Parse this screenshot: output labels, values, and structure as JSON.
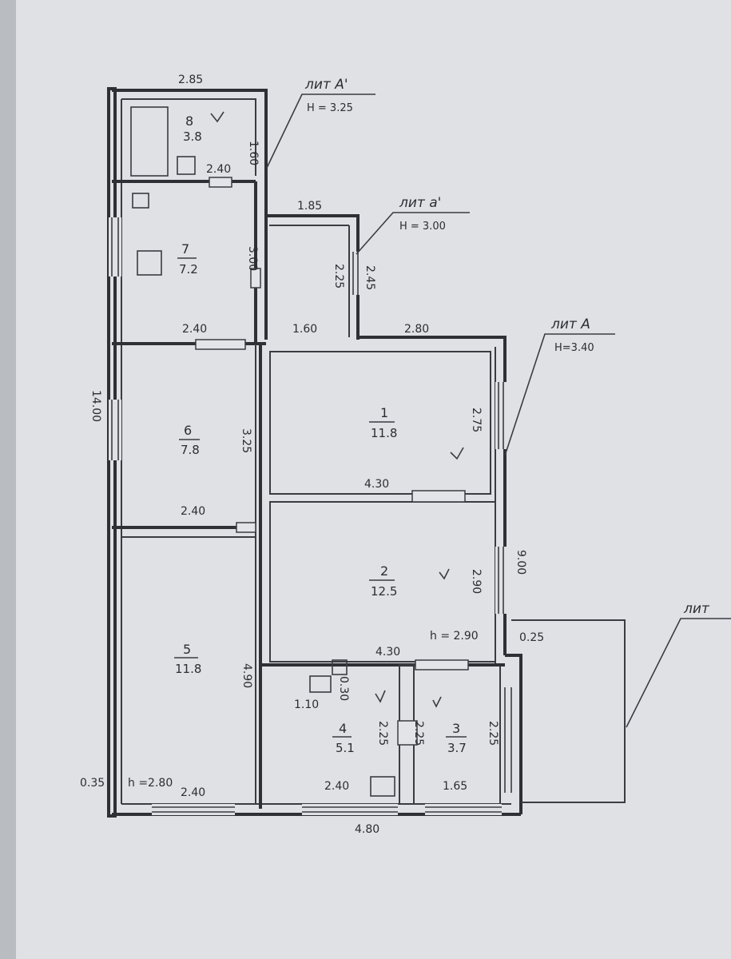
{
  "labels": {
    "lit_a1_upper": "лит А'",
    "h_a1_upper": "Н = 3.25",
    "lit_a1_lower": "лит а'",
    "h_a1_lower": "Н = 3.00",
    "lit_a": "лит А",
    "h_a": "Н=3.40",
    "lit_right": "лит"
  },
  "rooms": [
    {
      "id": "8",
      "number": "8",
      "area": "3.8"
    },
    {
      "id": "7",
      "number": "7",
      "area": "7.2"
    },
    {
      "id": "6",
      "number": "6",
      "area": "7.8"
    },
    {
      "id": "5",
      "number": "5",
      "area": "11.8"
    },
    {
      "id": "1",
      "number": "1",
      "area": "11.8"
    },
    {
      "id": "2",
      "number": "2",
      "area": "12.5"
    },
    {
      "id": "4",
      "number": "4",
      "area": "5.1"
    },
    {
      "id": "3",
      "number": "3",
      "area": "3.7"
    }
  ],
  "dimensions": {
    "top_2_85": "2.85",
    "r8_1_60": "1.60",
    "r8_2_40": "2.40",
    "top_1_85": "1.85",
    "r7_3_00": "3.00",
    "corr_2_25": "2.25",
    "corr_2_45": "2.45",
    "r7_2_40": "2.40",
    "mid_1_60": "1.60",
    "top_2_80": "2.80",
    "left_14_00": "14.00",
    "r1_2_75": "2.75",
    "r6_3_25": "3.25",
    "r1_4_30": "4.30",
    "r6_2_40": "2.40",
    "r2_2_90": "2.90",
    "right_9_00": "9.00",
    "h_2_90": "h = 2.90",
    "dim_0_25": "0.25",
    "r2_4_30": "4.30",
    "r5_4_90": "4.90",
    "dim_0_30": "0.30",
    "dim_1_10": "1.10",
    "r4_2_25": "2.25",
    "r3_2_25": "2.25",
    "r3_2_25b": "2.25",
    "dim_0_35": "0.35",
    "h_2_80": "h =2.80",
    "r5_2_40": "2.40",
    "r4_2_40": "2.40",
    "r3_1_65": "1.65",
    "bottom_4_80": "4.80"
  }
}
